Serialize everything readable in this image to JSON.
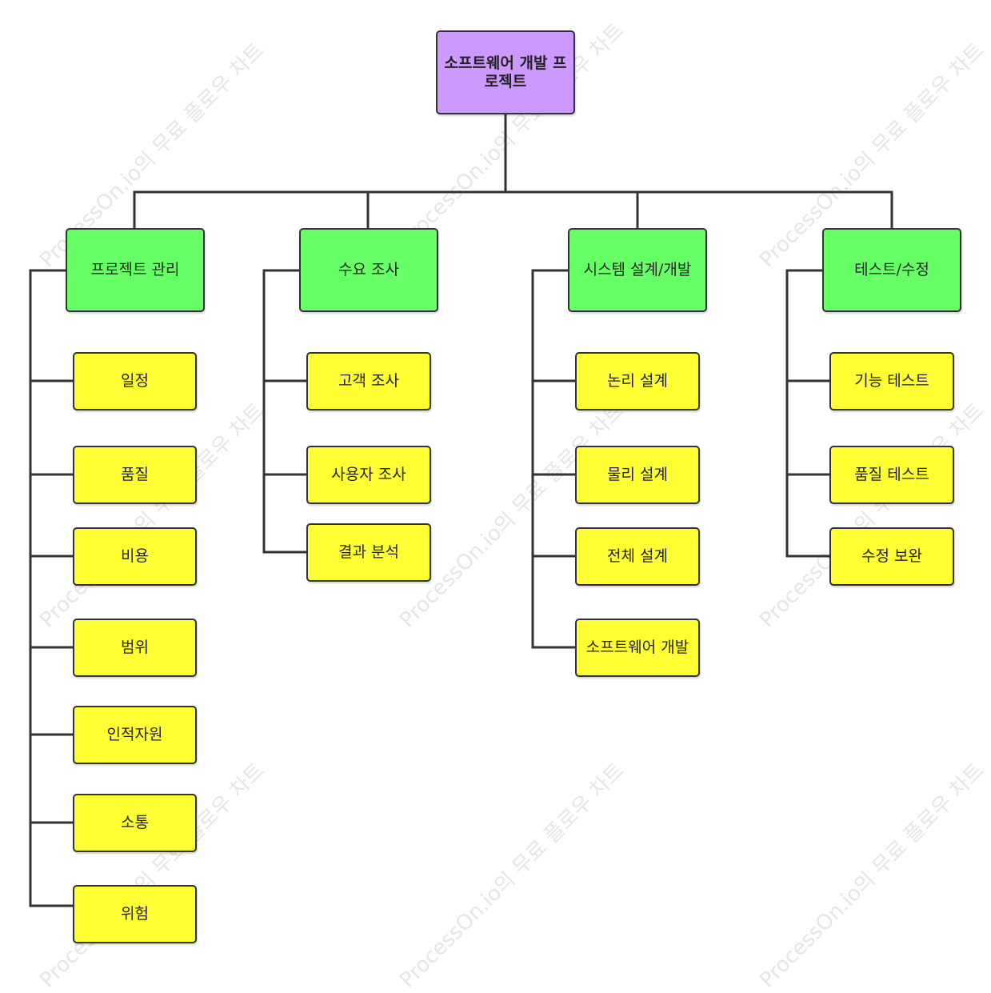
{
  "root": {
    "label": "소프트웨어 개발 프로젝트",
    "color": "#cc99ff"
  },
  "branches": [
    {
      "label": "프로젝트 관리",
      "children": [
        "일정",
        "품질",
        "비용",
        "범위",
        "인적자원",
        "소통",
        "위험"
      ]
    },
    {
      "label": "수요 조사",
      "children": [
        "고객 조사",
        "사용자 조사",
        "결과 분석"
      ]
    },
    {
      "label": "시스템 설계/개발",
      "children": [
        "논리 설계",
        "물리 설계",
        "전체 설계",
        "소프트웨어 개발"
      ]
    },
    {
      "label": "테스트/수정",
      "children": [
        "기능 테스트",
        "품질 테스트",
        "수정 보완"
      ]
    }
  ],
  "colors": {
    "branch": "#66ff66",
    "leaf": "#ffff33",
    "line": "#333333"
  },
  "watermark": "ProcessOn.io의 무료 플로우 차트"
}
